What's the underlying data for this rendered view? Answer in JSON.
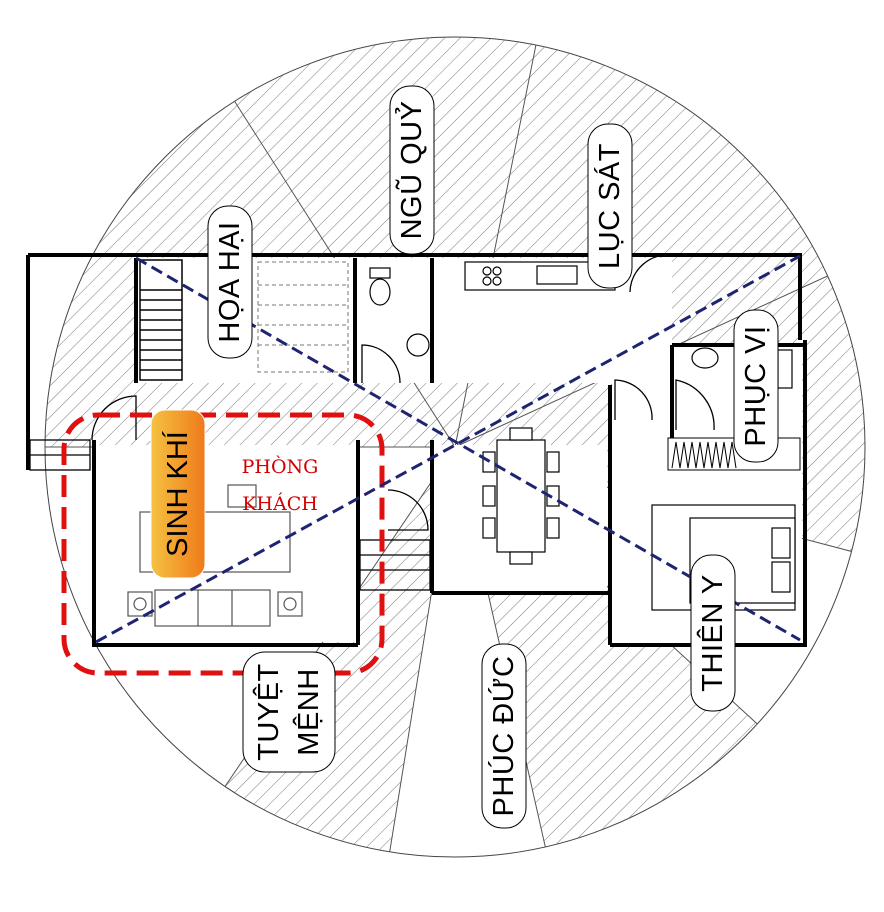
{
  "colors": {
    "hatch": "#555555",
    "wall": "#000000",
    "axis_line": "#1f2470",
    "highlight_border": "#e01010",
    "room_text": "#d40000",
    "sinh_gradient_top": "#f5c242",
    "sinh_gradient_bottom": "#f07a1a"
  },
  "zones": {
    "ngu_quy": "NGŨ QUỶ",
    "luc_sat": "LỤC SÁT",
    "hoa_hai": "HỌA HẠI",
    "phuc_vi": "PHỤC VỊ",
    "sinh_khi": "SINH KHÍ",
    "thien_y": "THIÊN Y",
    "tuyet_menh_line1": "TUYỆT",
    "tuyet_menh_line2": "MỆNH",
    "phuc_duc": "PHÚC ĐỨC"
  },
  "room": {
    "line1": "PHÒNG",
    "line2": "KHÁCH"
  }
}
